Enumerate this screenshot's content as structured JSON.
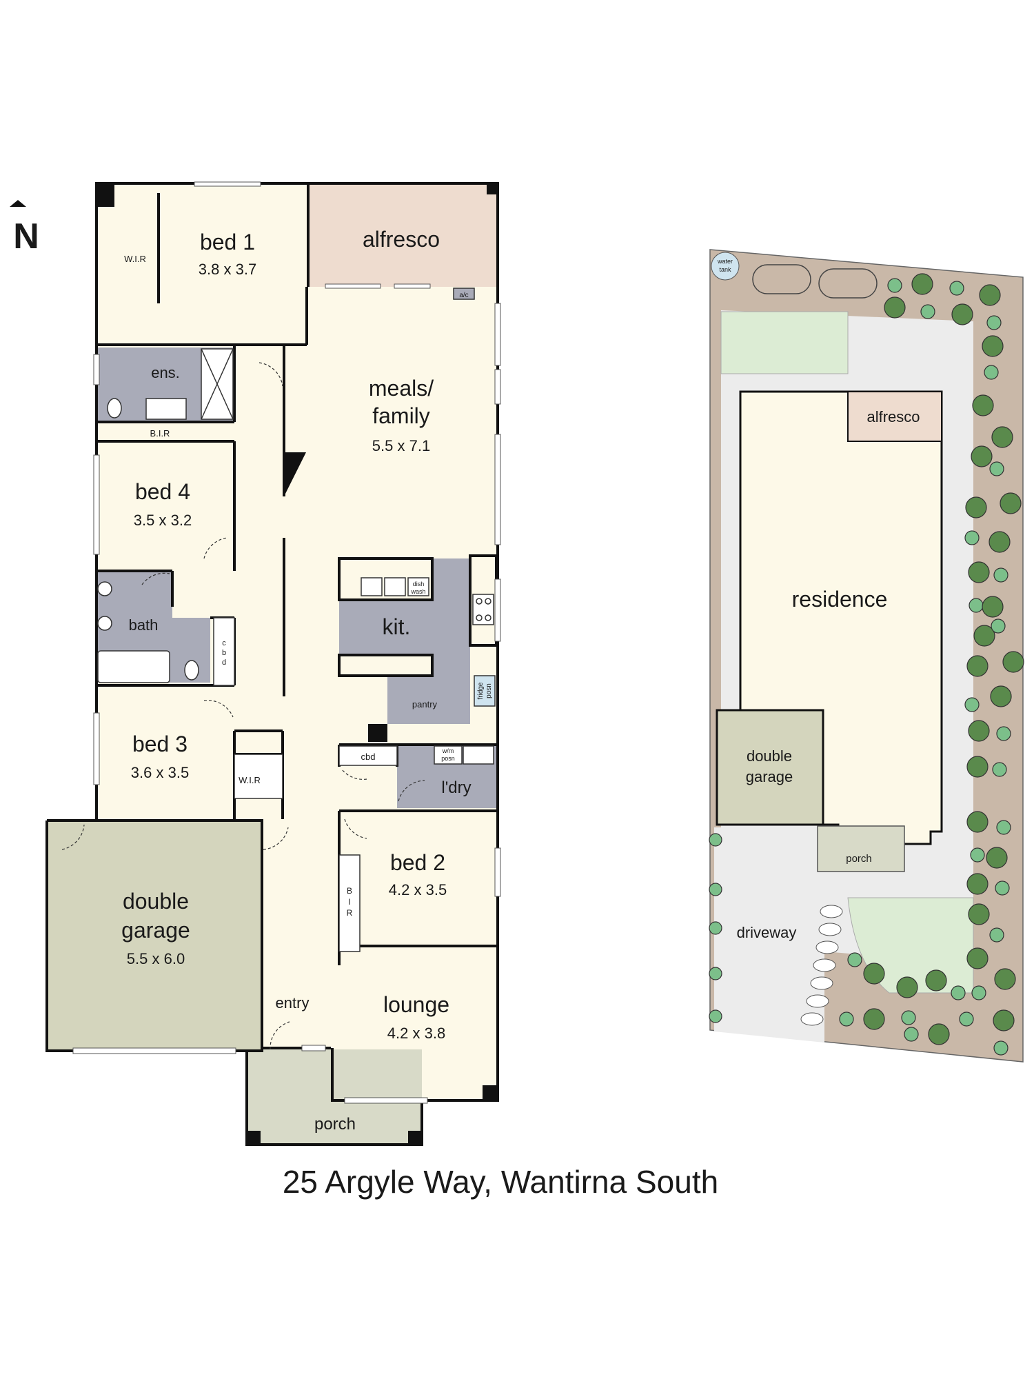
{
  "compass": {
    "letter": "N",
    "icon": "north-arrow-icon"
  },
  "floorplan": {
    "rooms": {
      "bed1": {
        "name": "bed 1",
        "dims": "3.8 x 3.7"
      },
      "alfresco": {
        "name": "alfresco"
      },
      "wir1": {
        "name": "W.I.R"
      },
      "ens": {
        "name": "ens."
      },
      "bir1": {
        "name": "B.I.R"
      },
      "meals": {
        "name1": "meals/",
        "name2": "family",
        "dims": "5.5 x 7.1"
      },
      "ac": {
        "name": "a/c"
      },
      "bed4": {
        "name": "bed 4",
        "dims": "3.5 x 3.2"
      },
      "kit": {
        "name": "kit.",
        "dish1": "dish",
        "dish2": "wash"
      },
      "bath": {
        "name": "bath"
      },
      "cbd1": {
        "c": "c",
        "b": "b",
        "d": "d"
      },
      "pantry": {
        "name": "pantry"
      },
      "fridge": {
        "l1": "fridge",
        "l2": "posn"
      },
      "bed3": {
        "name": "bed 3",
        "dims": "3.6 x 3.5"
      },
      "wir2": {
        "name": "W.I.R"
      },
      "cbd2": {
        "name": "cbd"
      },
      "wm": {
        "l1": "w/m",
        "l2": "posn"
      },
      "ldry": {
        "name": "l'dry"
      },
      "garage": {
        "name1": "double",
        "name2": "garage",
        "dims": "5.5 x 6.0"
      },
      "bed2": {
        "name": "bed 2",
        "dims": "4.2 x 3.5"
      },
      "bir2": {
        "b": "B",
        "i": "I",
        "r": "R"
      },
      "entry": {
        "name": "entry"
      },
      "lounge": {
        "name": "lounge",
        "dims": "4.2 x 3.8"
      },
      "porch": {
        "name": "porch"
      }
    }
  },
  "siteplan": {
    "water_tank": {
      "l1": "water",
      "l2": "tank"
    },
    "alfresco": "alfresco",
    "residence": "residence",
    "garage1": "double",
    "garage2": "garage",
    "porch": "porch",
    "driveway": "driveway"
  },
  "address": "25 Argyle Way, Wantirna South",
  "colors": {
    "floor": "#fdf9e8",
    "wet": "#a9abb8",
    "alfresco": "#eedccf",
    "garage": "#d4d5bd",
    "porch": "#d8dac8",
    "lawn": "#dcecd4",
    "garden": "#c9b8a8",
    "paving": "#ececec"
  }
}
